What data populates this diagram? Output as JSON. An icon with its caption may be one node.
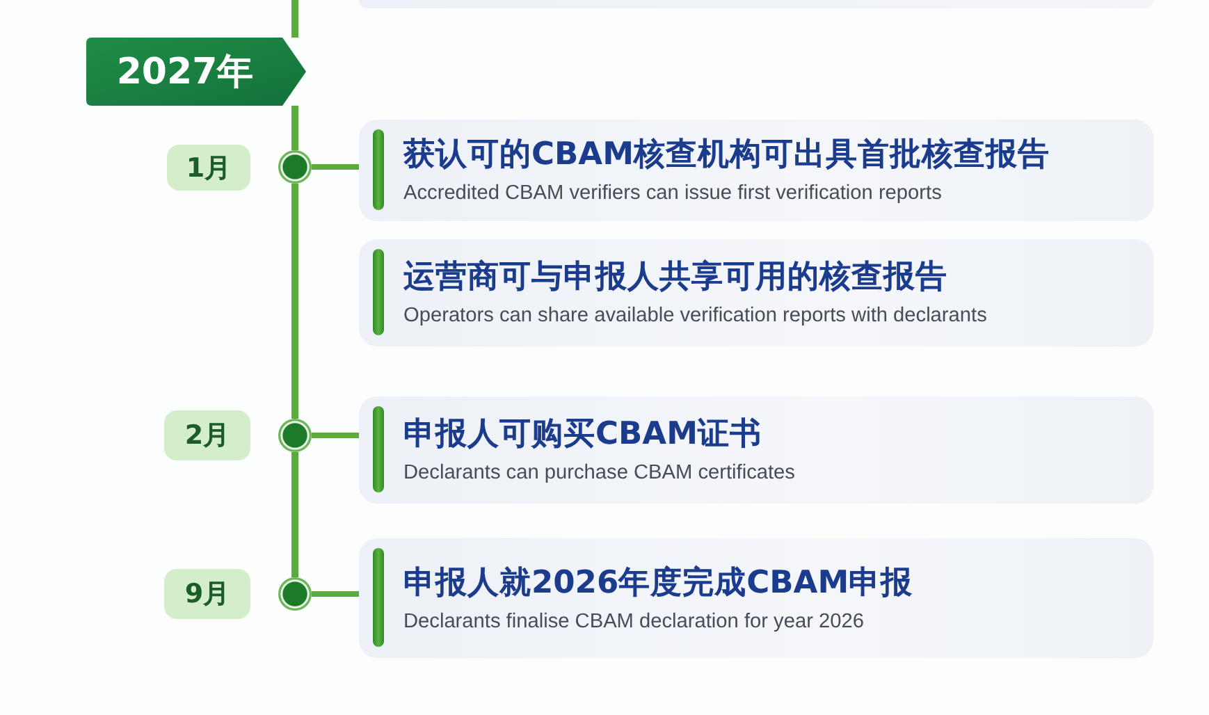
{
  "diagram": {
    "nodes": [
      {
        "text": [],
        "shape": "box"
      },
      {
        "text": [
          "2027年"
        ]
      },
      {
        "text": [
          "1月"
        ]
      },
      {
        "text": [],
        "shape": "circle"
      },
      {
        "text": [
          "获认可的CBAM核查机构可出具首批核查报告",
          "Accredited CBAM verifiers can issue first verification reports"
        ]
      },
      {
        "text": [
          "运营商可与申报人共享可用的核查报告",
          "Operators can share available verification reports with declarants"
        ]
      },
      {
        "text": [
          "2月"
        ]
      },
      {
        "text": [],
        "shape": "circle"
      },
      {
        "text": [
          "申报人可购买CBAM证书",
          "Declarants can purchase CBAM certificates"
        ]
      },
      {
        "text": [
          "9月"
        ]
      },
      {
        "text": [],
        "shape": "circle"
      },
      {
        "text": [
          "申报人就2026年度完成CBAM申报",
          "Declarants finalise CBAM declaration for year 2026"
        ]
      }
    ],
    "edges": [
      {
        "from": null,
        "to": 1,
        "arrow": "none"
      },
      {
        "from": 1,
        "to": 3,
        "arrow": "none"
      },
      {
        "from": 3,
        "to": 4,
        "arrow": "none"
      },
      {
        "from": 3,
        "to": 7,
        "arrow": "none"
      },
      {
        "from": 7,
        "to": 8,
        "arrow": "none"
      },
      {
        "from": 7,
        "to": 10,
        "arrow": "none"
      },
      {
        "from": 10,
        "to": 11,
        "arrow": "none"
      }
    ]
  }
}
